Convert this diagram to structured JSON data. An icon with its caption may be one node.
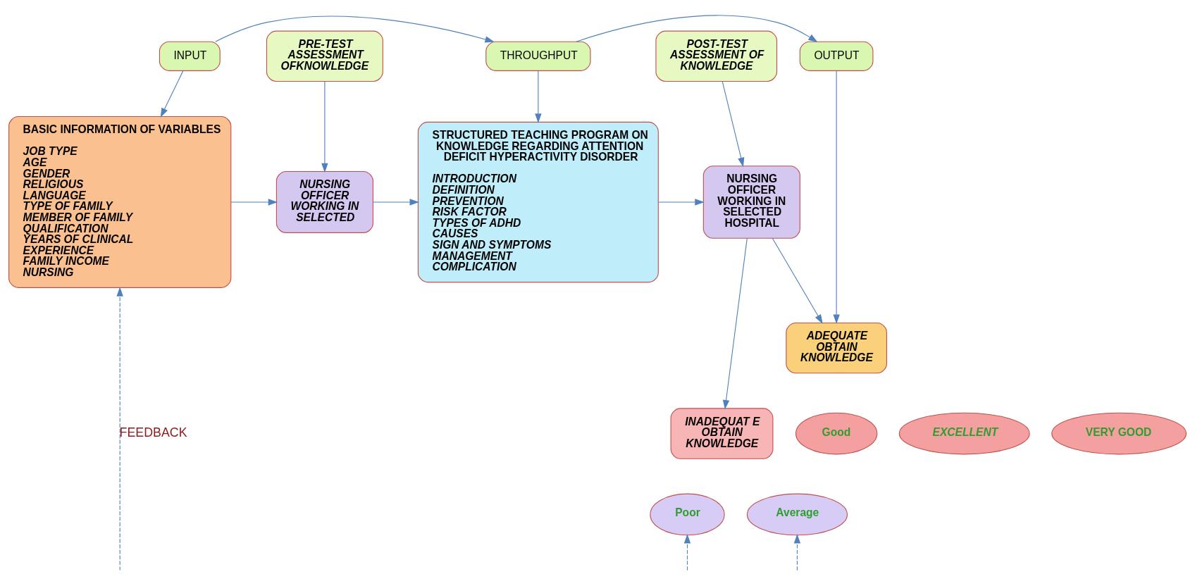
{
  "diagram": {
    "nodes": [
      {
        "text": [
          "INPUT"
        ]
      },
      {
        "text": [
          "THROUGHPUT"
        ]
      },
      {
        "text": [
          "OUTPUT"
        ]
      },
      {
        "text": [
          "BASIC INFORMATION OF VARIABLES",
          "JOB TYPE",
          "AGE",
          "GENDER",
          "RELIGIOUS",
          "LANGUAGE",
          "TYPE OF FAMILY",
          "MEMBER OF FAMILY",
          "QUALIFICATION",
          "YEARS OF CLINICAL EXPERIENCE",
          "FAMILY INCOME",
          "NURSING"
        ]
      },
      {
        "text": [
          "PRE-TEST ASSESSMENT OFKNOWLEDGE"
        ]
      },
      {
        "text": [
          "NURSING OFFICER WORKING IN SELECTED"
        ]
      },
      {
        "text": [
          "STRUCTURED TEACHING PROGRAM ON KNOWLEDGE REGARDING ATTENTION DEFICIT HYPERACTIVITY DISORDER",
          "INTRODUCTION",
          "DEFINITION",
          "PREVENTION",
          "RISK FACTOR",
          "TYPES OF ADHD",
          "CAUSES",
          "SIGN AND SYMPTOMS",
          "MANAGEMENT",
          "COMPLICATION"
        ]
      },
      {
        "text": [
          "POST-TEST ASSESSMENT OF KNOWLEDGE"
        ]
      },
      {
        "text": [
          "NURSING OFFICER WORKING IN SELECTED HOSPITAL"
        ]
      },
      {
        "text": [
          "ADEQUATE OBTAIN KNOWLEDGE"
        ]
      },
      {
        "text": [
          "EXCELLENT"
        ]
      },
      {
        "text": [
          "VERY GOOD"
        ]
      },
      {
        "text": [
          "Good"
        ]
      },
      {
        "text": [
          "INADEQUAT E OBTAIN KNOWLEDGE"
        ]
      },
      {
        "text": [
          "Average"
        ]
      },
      {
        "text": [
          "Poor"
        ]
      }
    ],
    "edges": [
      {
        "from": 0,
        "to": 1,
        "arrow": "to"
      },
      {
        "from": 1,
        "to": 2,
        "arrow": "to"
      },
      {
        "from": 0,
        "to": 3,
        "arrow": "to"
      },
      {
        "from": 1,
        "to": 6,
        "arrow": "to"
      },
      {
        "from": 2,
        "to": 9,
        "arrow": "to"
      },
      {
        "from": 4,
        "to": 5,
        "arrow": "to"
      },
      {
        "from": 3,
        "to": 5,
        "arrow": "to"
      },
      {
        "from": 5,
        "to": 6,
        "arrow": "to"
      },
      {
        "from": 7,
        "to": 8,
        "arrow": "to"
      },
      {
        "from": 6,
        "to": 8,
        "arrow": "to"
      },
      {
        "from": 8,
        "to": 9,
        "arrow": "to"
      },
      {
        "from": 8,
        "to": 13,
        "arrow": "to"
      },
      {
        "from": null,
        "to": 14,
        "arrow": "to",
        "style": "dashed"
      },
      {
        "from": null,
        "to": 15,
        "arrow": "to",
        "style": "dashed"
      },
      {
        "from": null,
        "to": 3,
        "arrow": "to",
        "style": "dashed",
        "label": "FEEDBACK"
      }
    ]
  }
}
